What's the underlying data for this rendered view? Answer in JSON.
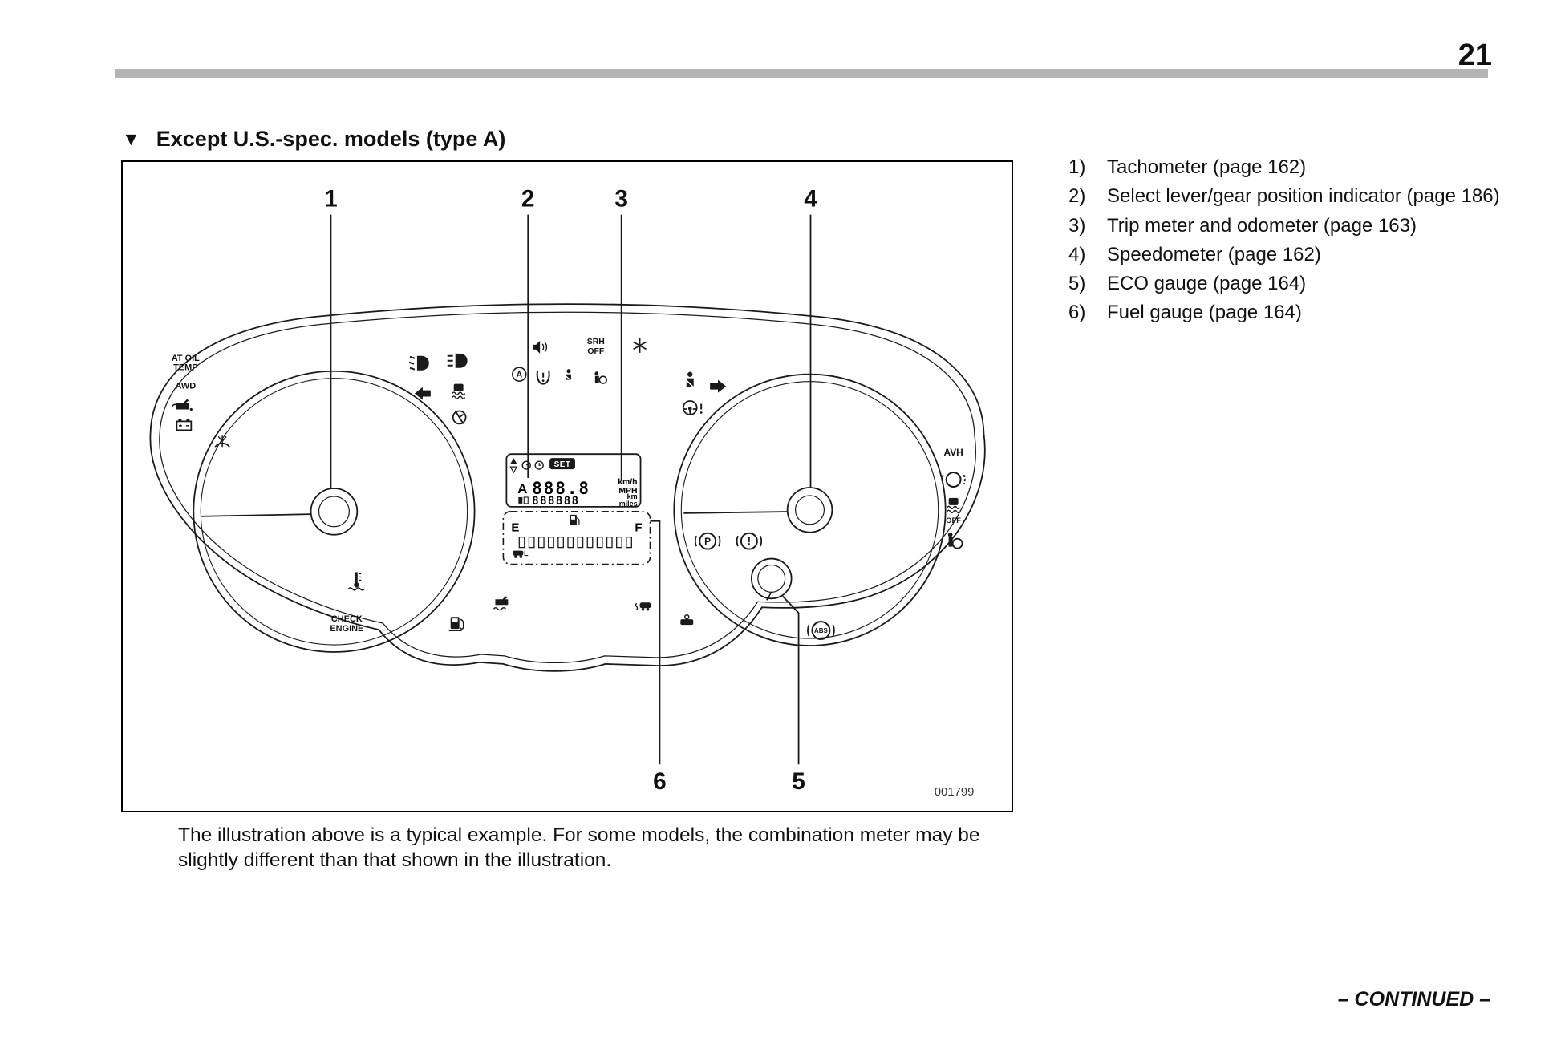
{
  "page": {
    "number": "21",
    "continued": "– CONTINUED –"
  },
  "heading": {
    "marker": "▼",
    "title": "Except U.S.-spec. models (type A)"
  },
  "legend": [
    {
      "num": "1)",
      "label": "Tachometer (page 162)"
    },
    {
      "num": "2)",
      "label": "Select lever/gear position indicator (page 186)"
    },
    {
      "num": "3)",
      "label": "Trip meter and odometer (page 163)"
    },
    {
      "num": "4)",
      "label": "Speedometer (page 162)"
    },
    {
      "num": "5)",
      "label": "ECO gauge (page 164)"
    },
    {
      "num": "6)",
      "label": "Fuel gauge (page 164)"
    }
  ],
  "caption": "The illustration above is a typical example. For some models, the combination meter may be slightly different than that shown in the illustration.",
  "figure": {
    "code": "001799",
    "callouts": {
      "n1": "1",
      "n2": "2",
      "n3": "3",
      "n4": "4",
      "n5": "5",
      "n6": "6"
    },
    "cluster_labels": {
      "at_oil_1": "AT OIL",
      "at_oil_2": "TEMP",
      "awd": "AWD",
      "check_1": "CHECK",
      "check_2": "ENGINE",
      "srh_1": "SRH",
      "srh_2": "OFF",
      "avh": "AVH",
      "vdc_off": "OFF",
      "parking_brake": "P",
      "brake_warning": "!",
      "abs": "ABS",
      "auto_stop": "A"
    },
    "lcd": {
      "set": "SET",
      "gear": "A",
      "speed": "888.8",
      "odometer": "888888",
      "unit_kmh": "km/h",
      "unit_mph": "MPH",
      "unit_km": "km",
      "unit_miles": "miles",
      "fuel_e": "E",
      "fuel_f": "F"
    },
    "icons": [
      "fog-light-icon",
      "high-beam-icon",
      "turn-left-icon",
      "vdc-icon",
      "cruise-control-icon",
      "speaker-icon",
      "snowflake-icon",
      "auto-stop-icon",
      "tire-pressure-icon",
      "seatbelt-reminder-icon",
      "side-airbag-icon",
      "seatbelt-warning-icon",
      "turn-right-icon",
      "power-steering-icon",
      "oil-pressure-icon",
      "battery-icon",
      "washer-fluid-icon",
      "coolant-temp-icon",
      "oil-temperature-icon",
      "fuel-pump-icon",
      "car-exhaust-icon",
      "car-security-icon",
      "avh-icon",
      "vdc-off-icon",
      "airbag-warning-icon",
      "parking-brake-icon",
      "brake-warning-icon",
      "abs-icon",
      "shift-up-icon",
      "shift-down-icon",
      "cruise-set-icon",
      "clock-icon",
      "trip-meter-icon",
      "car-refuel-icon"
    ]
  }
}
